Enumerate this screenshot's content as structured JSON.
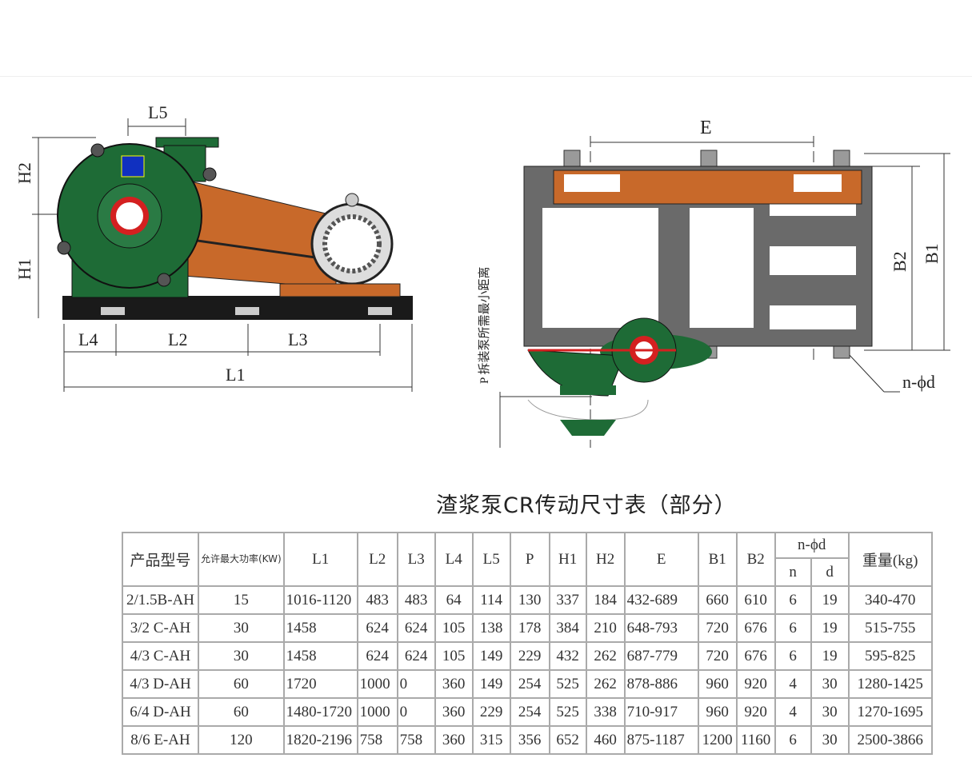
{
  "drawing_left": {
    "labels": [
      "L5",
      "H2",
      "H1",
      "L4",
      "L2",
      "L3",
      "L1"
    ]
  },
  "drawing_right": {
    "labels": [
      "E",
      "B2",
      "B1",
      "n-ϕd"
    ],
    "vertical_note": "P 拆装泵所需最小距离"
  },
  "table": {
    "title": "渣浆泵CR传动尺寸表（部分）",
    "headers": {
      "model": "产品型号",
      "power": "允许最大功率(KW)",
      "L1": "L1",
      "L2": "L2",
      "L3": "L3",
      "L4": "L4",
      "L5": "L5",
      "P": "P",
      "H1": "H1",
      "H2": "H2",
      "E": "E",
      "B1": "B1",
      "B2": "B2",
      "nd": "n-ϕd",
      "n": "n",
      "d": "d",
      "weight": "重量(kg)"
    },
    "rows": [
      [
        "2/1.5B-AH",
        "15",
        "1016-1120",
        "483",
        "483",
        "64",
        "114",
        "130",
        "337",
        "184",
        "432-689",
        "660",
        "610",
        "6",
        "19",
        "340-470"
      ],
      [
        "3/2 C-AH",
        "30",
        "1458",
        "624",
        "624",
        "105",
        "138",
        "178",
        "384",
        "210",
        "648-793",
        "720",
        "676",
        "6",
        "19",
        "515-755"
      ],
      [
        "4/3 C-AH",
        "30",
        "1458",
        "624",
        "624",
        "105",
        "149",
        "229",
        "432",
        "262",
        "687-779",
        "720",
        "676",
        "6",
        "19",
        "595-825"
      ],
      [
        "4/3 D-AH",
        "60",
        "1720",
        "1000",
        "0",
        "360",
        "149",
        "254",
        "525",
        "262",
        "878-886",
        "960",
        "920",
        "4",
        "30",
        "1280-1425"
      ],
      [
        "6/4 D-AH",
        "60",
        "1480-1720",
        "1000",
        "0",
        "360",
        "229",
        "254",
        "525",
        "338",
        "710-917",
        "960",
        "920",
        "4",
        "30",
        "1270-1695"
      ],
      [
        "8/6 E-AH",
        "120",
        "1820-2196",
        "758",
        "758",
        "360",
        "315",
        "356",
        "652",
        "460",
        "875-1187",
        "1200",
        "1160",
        "6",
        "30",
        "2500-3866"
      ]
    ]
  },
  "colors": {
    "pump_green": "#1e6b36",
    "motor_orange": "#c8692a",
    "frame_gray": "#6a6a6a",
    "base_black": "#1a1a1a",
    "impeller_red": "#d42020"
  }
}
